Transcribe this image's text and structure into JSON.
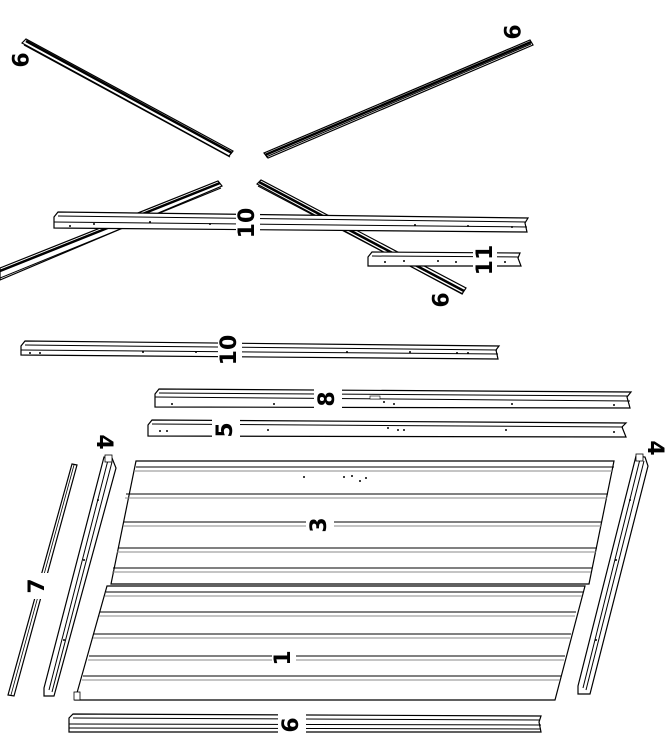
{
  "part_labels": {
    "p9a": "9",
    "p9b": "9",
    "p9c": "9",
    "p10a": "10",
    "p10b": "10",
    "p11": "11",
    "p8": "8",
    "p5": "5",
    "p4a": "4",
    "p4b": "4",
    "p3": "3",
    "p7": "7",
    "p1": "1",
    "p6": "6"
  }
}
